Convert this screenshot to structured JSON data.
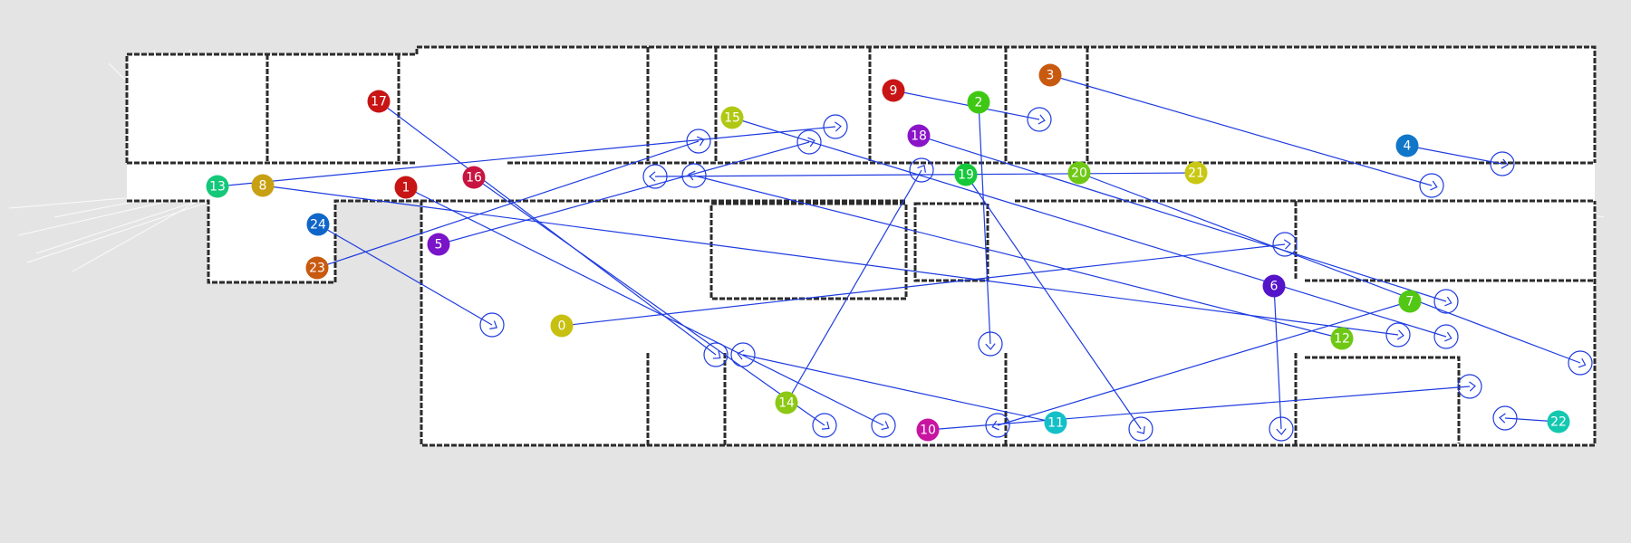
{
  "map": {
    "background_color": "#e4e4e4",
    "free_space_color": "#ffffff",
    "wall_color": "#2b2b2b",
    "path_color": "#1f3ce0"
  },
  "agents": [
    {
      "id": "0",
      "label": "0",
      "color": "#c7c010",
      "goal_marker": "arrow-left-circle"
    },
    {
      "id": "1",
      "label": "1",
      "color": "#c81414"
    },
    {
      "id": "2",
      "label": "2",
      "color": "#3ec814"
    },
    {
      "id": "3",
      "label": "3",
      "color": "#c85a10"
    },
    {
      "id": "4",
      "label": "4",
      "color": "#1076c8"
    },
    {
      "id": "5",
      "label": "5",
      "color": "#7a14c8"
    },
    {
      "id": "6",
      "label": "6",
      "color": "#5414c8"
    },
    {
      "id": "7",
      "label": "7",
      "color": "#52c814"
    },
    {
      "id": "8",
      "label": "8",
      "color": "#c8a014"
    },
    {
      "id": "9",
      "label": "9",
      "color": "#c81414"
    },
    {
      "id": "10",
      "label": "10",
      "color": "#c814a0"
    },
    {
      "id": "11",
      "label": "11",
      "color": "#14c0c8"
    },
    {
      "id": "12",
      "label": "12",
      "color": "#6ec814"
    },
    {
      "id": "13",
      "label": "13",
      "color": "#14c87a"
    },
    {
      "id": "14",
      "label": "14",
      "color": "#8cc814"
    },
    {
      "id": "15",
      "label": "15",
      "color": "#b0c814"
    },
    {
      "id": "16",
      "label": "16",
      "color": "#c81440"
    },
    {
      "id": "17",
      "label": "17",
      "color": "#c81414"
    },
    {
      "id": "18",
      "label": "18",
      "color": "#8a14c8"
    },
    {
      "id": "19",
      "label": "19",
      "color": "#14c83a"
    },
    {
      "id": "20",
      "label": "20",
      "color": "#6ec814"
    },
    {
      "id": "21",
      "label": "21",
      "color": "#c8c814"
    },
    {
      "id": "22",
      "label": "22",
      "color": "#14c8b0"
    },
    {
      "id": "23",
      "label": "23",
      "color": "#c85a10"
    },
    {
      "id": "24",
      "label": "24",
      "color": "#1066c8"
    }
  ],
  "goal_marker_icon": "arrow-circle-icon"
}
